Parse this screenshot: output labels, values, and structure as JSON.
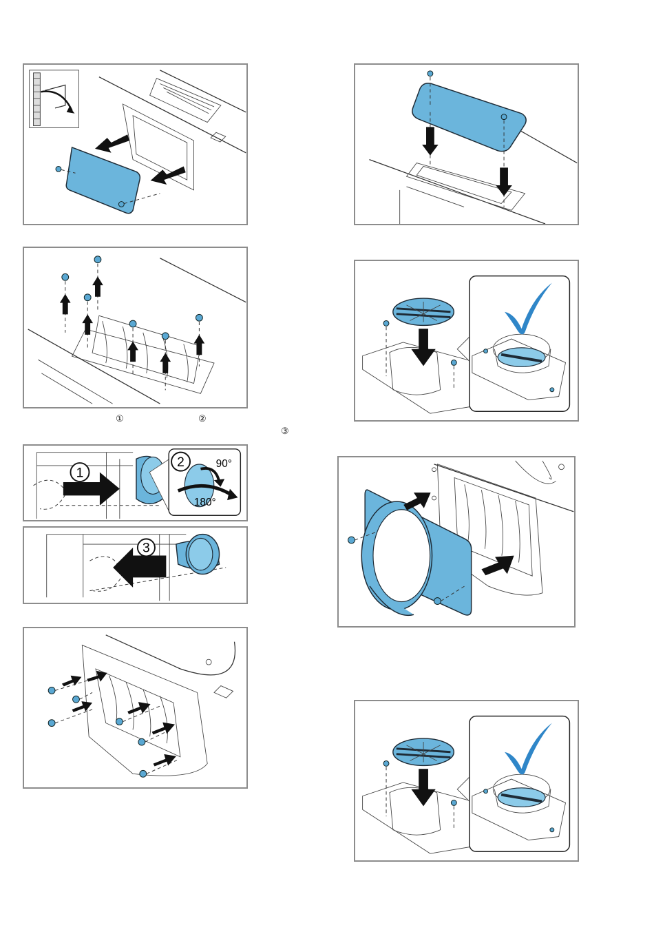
{
  "step_markers": {
    "one": "①",
    "two": "②",
    "three": "③"
  },
  "illustration_labels": {
    "step1": "1",
    "step2": "2",
    "step3": "3",
    "angle_90": "90°",
    "angle_180": "180°"
  },
  "colors": {
    "part_blue": "#6bb5dc",
    "check_blue": "#2f86c8",
    "frame_gray": "#8c8c8c"
  },
  "icons": [
    "checkmark-icon",
    "screw-icon",
    "arrow-icon",
    "wall-icon"
  ]
}
